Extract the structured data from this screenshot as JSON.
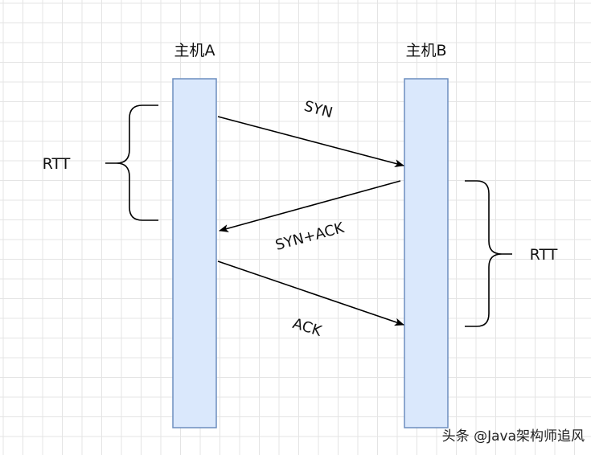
{
  "hosts": {
    "a": {
      "label": "主机A"
    },
    "b": {
      "label": "主机B"
    }
  },
  "messages": {
    "syn": "SYN",
    "syn_ack": "SYN+ACK",
    "ack": "ACK"
  },
  "rtt": {
    "left": "RTT",
    "right": "RTT"
  },
  "watermark": "头条 @Java架构师追风",
  "colors": {
    "background": "#ffffff",
    "grid": "#e4e4e4",
    "lifeline_fill": "#dae8fc",
    "lifeline_stroke": "#6c8ebf",
    "arrow": "#000000"
  }
}
